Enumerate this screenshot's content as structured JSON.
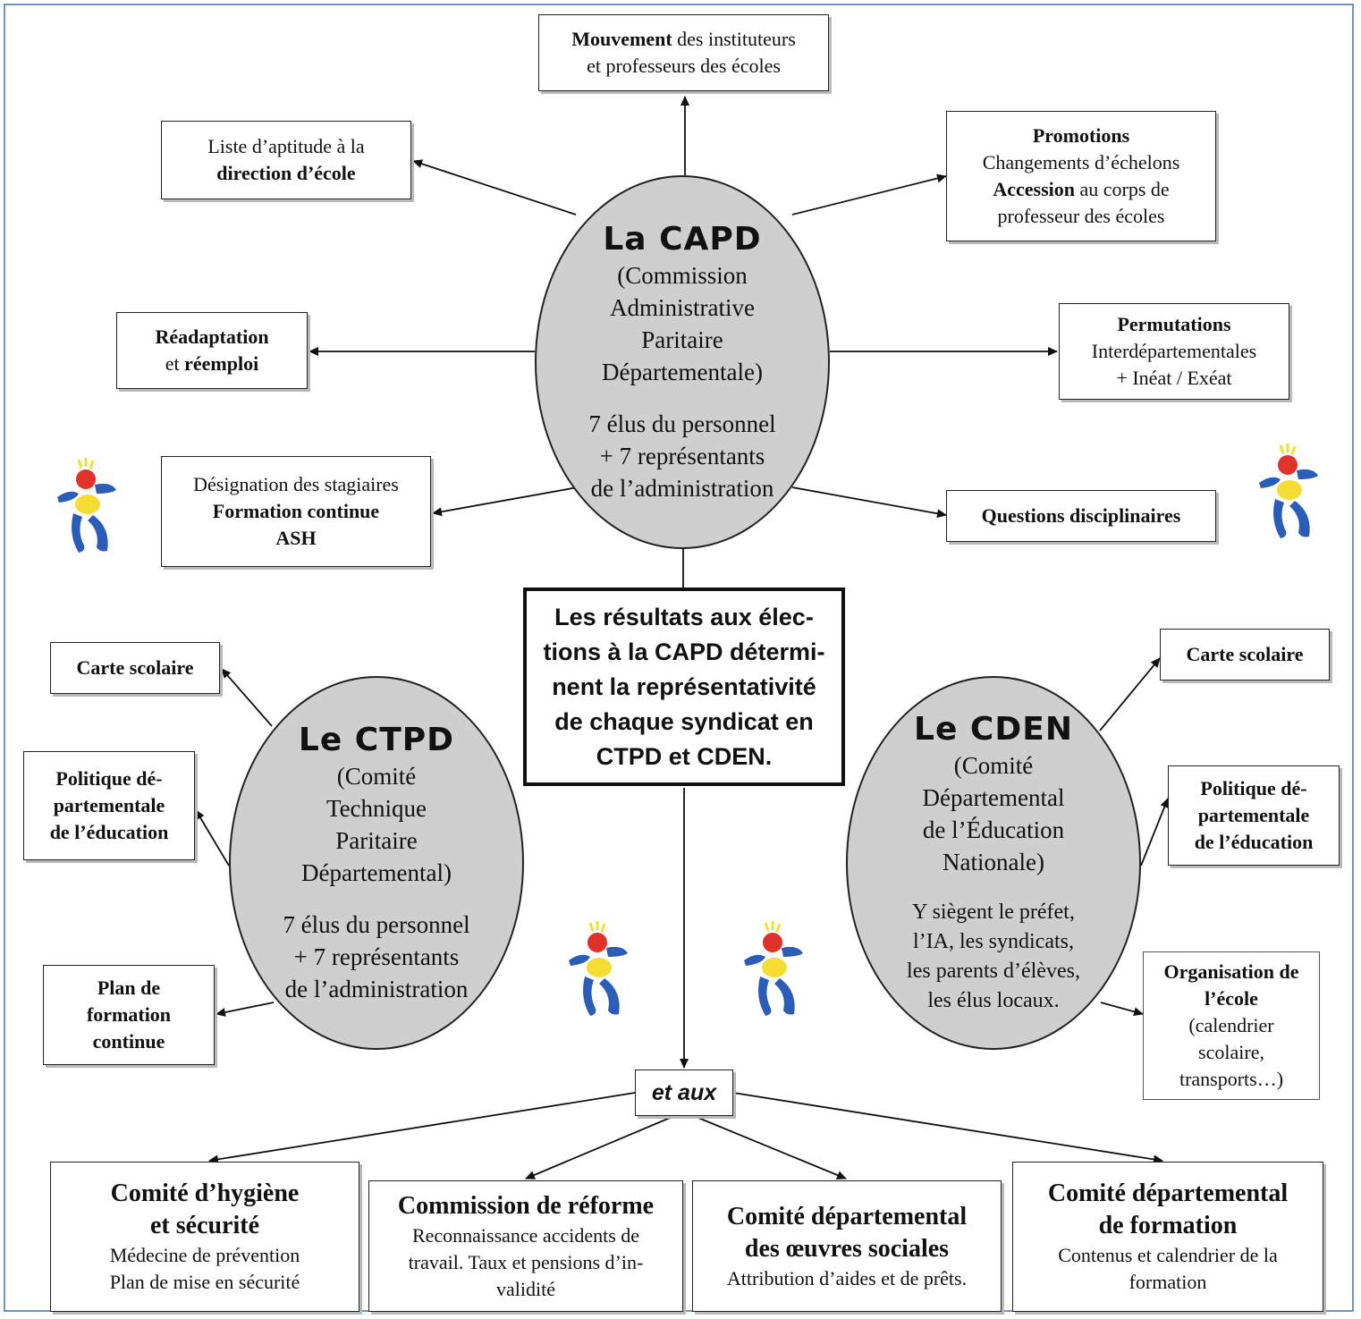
{
  "capd": {
    "title": "La CAPD",
    "subtitle_lines": [
      "(Commission",
      "Administrative",
      "Paritaire",
      "Départementale)"
    ],
    "members": [
      "7 élus du personnel",
      "+ 7 représentants",
      "de l’administration"
    ]
  },
  "ctpd": {
    "title": "Le CTPD",
    "subtitle_lines": [
      "(Comité",
      "Technique",
      "Paritaire",
      "Départemental)"
    ],
    "members": [
      "7 élus du personnel",
      "+ 7 représentants",
      "de l’administration"
    ]
  },
  "cden": {
    "title": "Le CDEN",
    "subtitle_lines": [
      "(Comité",
      "Départemental",
      "de l’Éducation",
      "Nationale)"
    ],
    "members": [
      "Y siègent le préfet,",
      "l’IA, les syndicats,",
      "les parents d’élèves,",
      "les élus locaux."
    ]
  },
  "center": {
    "lines": [
      "Les résultats aux élec-",
      "tions à la CAPD détermi-",
      "nent la représentativité",
      "de chaque syndicat en",
      "CTPD et CDEN."
    ]
  },
  "et_aux": "et aux",
  "capd_boxes": {
    "mouvement": {
      "bold": "Mouvement",
      "rest": " des instituteurs",
      "line2": "et professeurs des écoles"
    },
    "liste": {
      "line1": "Liste d’aptitude à la",
      "bold": "direction d’école"
    },
    "promotions": {
      "bold1": "Promotions",
      "line2": "Changements d’échelons",
      "bold3": "Accession",
      "rest3": " au corps de",
      "line4": "professeur des écoles"
    },
    "readaptation": {
      "bold1": "Réadaptation",
      "pre2": "et ",
      "bold2": "réemploi"
    },
    "permutations": {
      "bold1": "Permutations",
      "line2": "Interdépartementales",
      "line3": "+ Inéat / Exéat"
    },
    "designation": {
      "line1": "Désignation des stagiaires",
      "bold2": "Formation continue",
      "bold3": "ASH"
    },
    "questions": {
      "bold": "Questions disciplinaires"
    }
  },
  "ctpd_boxes": {
    "carte": "Carte scolaire",
    "politique": [
      "Politique dé-",
      "partementale",
      "de l’éducation"
    ],
    "plan": [
      "Plan de",
      "formation",
      "continue"
    ]
  },
  "cden_boxes": {
    "carte": "Carte scolaire",
    "politique": [
      "Politique dé-",
      "partementale",
      "de l’éducation"
    ],
    "organisation_bold": [
      "Organisation de",
      "l’école"
    ],
    "organisation": [
      "(calendrier",
      "scolaire,",
      "transports…)"
    ]
  },
  "bottom": {
    "hygiene": {
      "title": [
        "Comité d’hygiène",
        "et sécurité"
      ],
      "sub": [
        "Médecine de prévention",
        "Plan de mise en sécurité"
      ]
    },
    "reforme": {
      "title": [
        "Commission de réforme"
      ],
      "sub": [
        "Reconnaissance accidents de",
        "travail. Taux et pensions d’in-",
        "validité"
      ]
    },
    "oeuvres": {
      "title": [
        "Comité départemental",
        "des œuvres sociales"
      ],
      "sub": [
        "Attribution d’aides et de prêts."
      ]
    },
    "formation": {
      "title": [
        "Comité départemental",
        "de formation"
      ],
      "sub": [
        "Contenus et calendrier de la",
        "formation"
      ]
    }
  },
  "colors": {
    "frame": "#6d93c9",
    "ellipse_fill": "#cfcfcf",
    "mascot_blue": "#2a5db8",
    "mascot_red": "#e0312b",
    "mascot_yellow": "#f5dd33"
  }
}
